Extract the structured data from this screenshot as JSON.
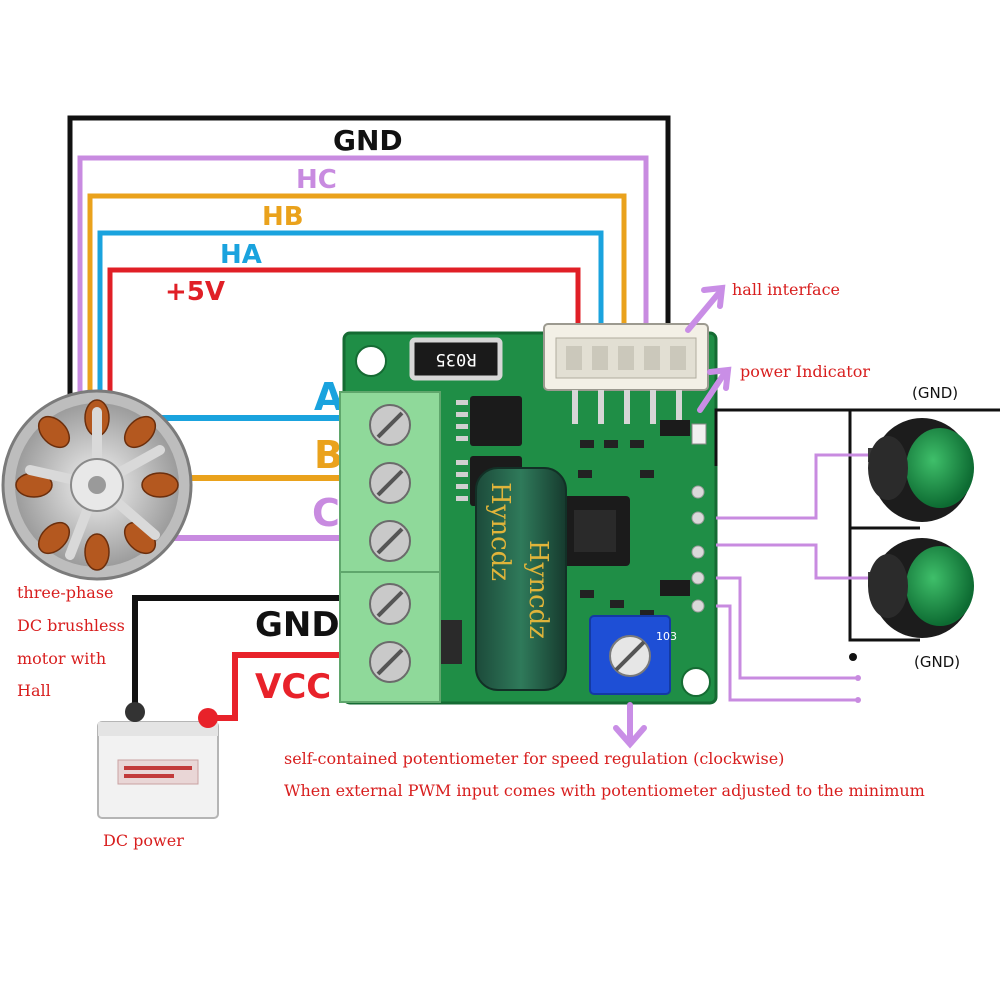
{
  "colors": {
    "gnd": "#111111",
    "hc": "#c88be0",
    "hb": "#eaa21c",
    "ha": "#1aa3de",
    "v5": "#e01f26",
    "vcc": "#e8222a",
    "pcb": "#1f8e46",
    "terminal": "#8fd99a",
    "note": "#d81e1e",
    "arrow": "#c98ee6"
  },
  "wire_labels": {
    "gnd_top": "GND",
    "hc": "HC",
    "hb": "HB",
    "ha": "HA",
    "v5": "+5V",
    "phase_a": "A",
    "phase_b": "B",
    "phase_c": "C",
    "gnd_power": "GND",
    "vcc": "VCC",
    "gnd_switch_top": "(GND)",
    "gnd_switch_bottom": "(GND)"
  },
  "pcb": {
    "resistor_code": "R035",
    "brand_1": "Hyncdz",
    "brand_2": "Hyncdz",
    "pot_code": "103"
  },
  "annotations": {
    "hall_interface": "hall interface",
    "power_indicator": "power Indicator",
    "motor_lines": [
      "three-phase",
      "DC brushless",
      "motor with",
      "Hall"
    ],
    "pot_line_1": "self-contained potentiometer for speed regulation (clockwise)",
    "pot_line_2": "When external PWM input comes with potentiometer adjusted to the minimum",
    "dc_power": "DC power"
  }
}
